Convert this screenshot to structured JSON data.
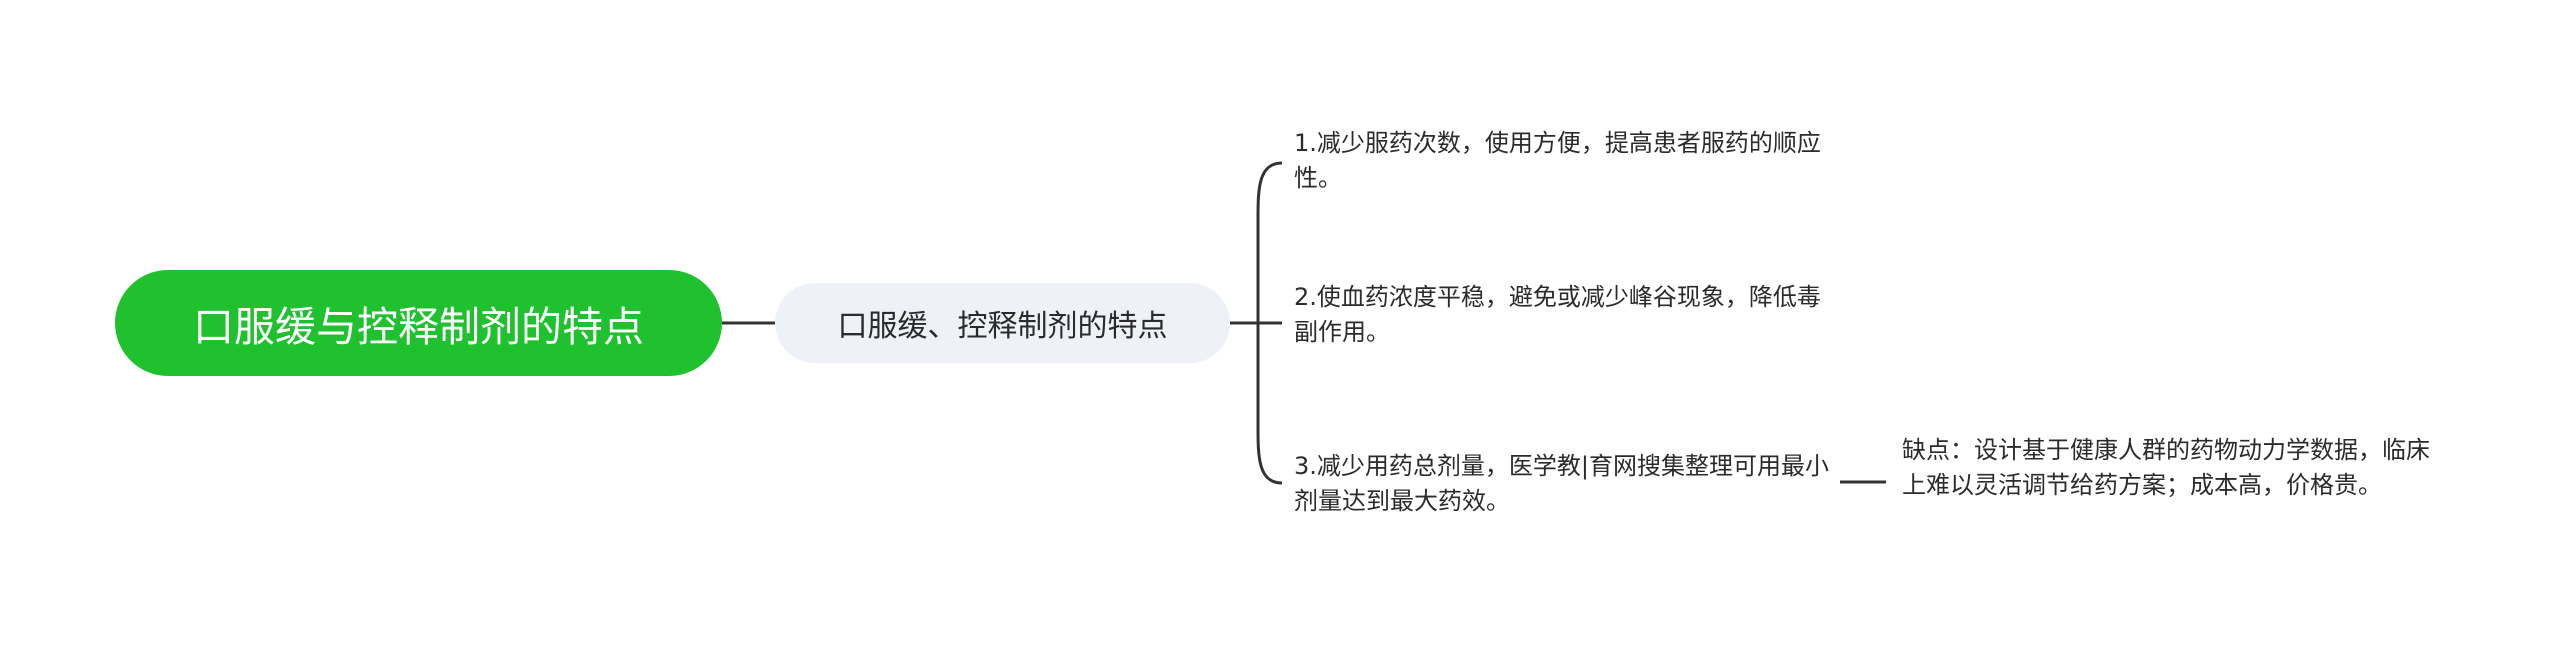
{
  "mindmap": {
    "root": {
      "label": "口服缓与控释制剂的特点"
    },
    "branch": {
      "label": "口服缓、控释制剂的特点"
    },
    "leaves": [
      {
        "text": "1.减少服药次数，使用方便，提高患者服药的顺应性。"
      },
      {
        "text": "2.使血药浓度平稳，避免或减少峰谷现象，降低毒副作用。"
      },
      {
        "text": "3.减少用药总剂量，医学教|育网搜集整理可用最小剂量达到最大药效。"
      }
    ],
    "sub_leaf": {
      "text": "缺点：设计基于健康人群的药物动力学数据，临床上难以灵活调节给药方案；成本高，价格贵。"
    }
  },
  "colors": {
    "root_fill": "#1fc12e",
    "root_text": "#ffffff",
    "branch_fill": "#eef1f5",
    "line": "#333333",
    "text": "#2b2b2b"
  }
}
